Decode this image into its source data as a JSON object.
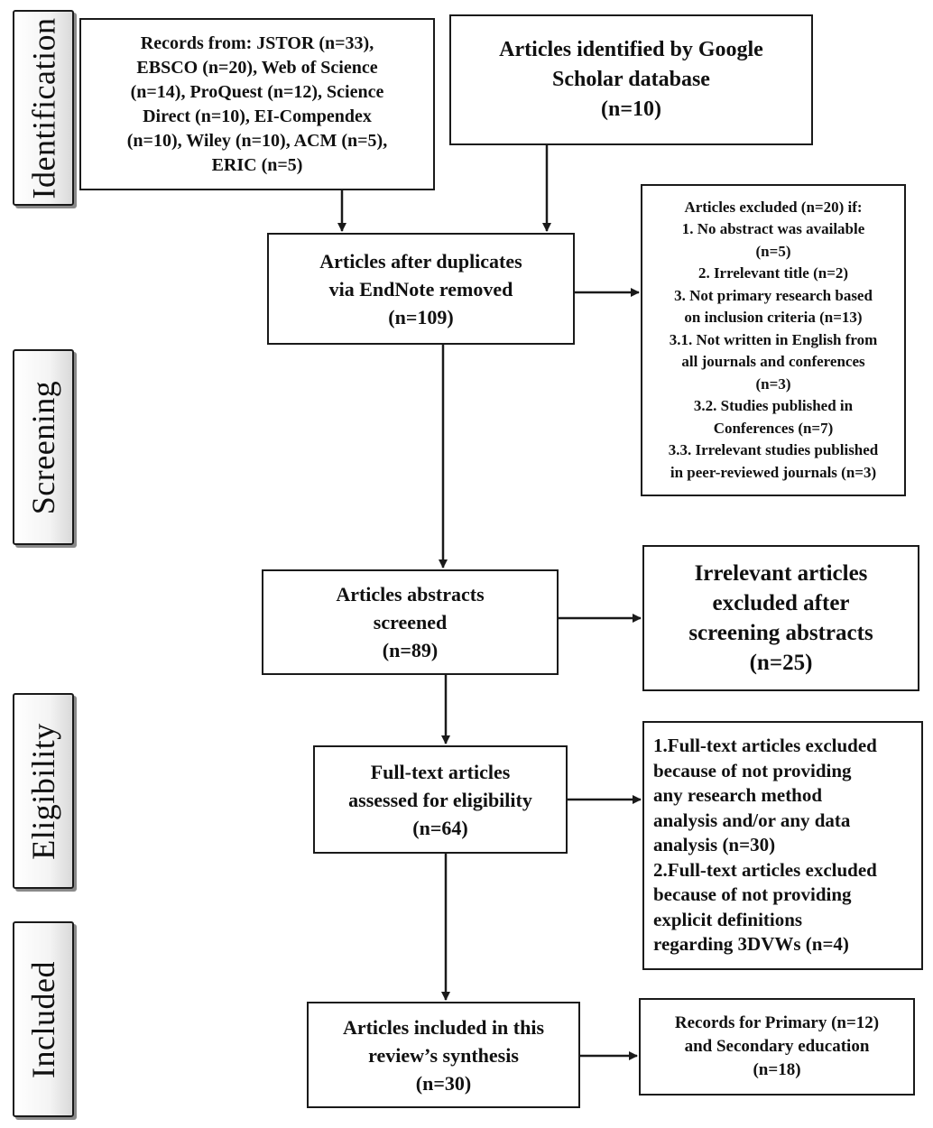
{
  "stages": {
    "identification": "Identification",
    "screening": "Screening",
    "eligibility": "Eligibility",
    "included": "Included"
  },
  "boxes": {
    "records": [
      "Records from: JSTOR (n=33),",
      "EBSCO (n=20), Web of Science",
      "(n=14), ProQuest (n=12), Science",
      "Direct (n=10), EI-Compendex",
      "(n=10), Wiley (n=10), ACM (n=5),",
      "ERIC (n=5)"
    ],
    "google_scholar": [
      "Articles identified by Google",
      "Scholar database",
      "(n=10)"
    ],
    "duplicates_removed": [
      "Articles after duplicates",
      "via EndNote removed",
      "(n=109)"
    ],
    "excluded_20": [
      "Articles excluded (n=20) if:",
      "1. No abstract was available",
      "(n=5)",
      "2. Irrelevant title (n=2)",
      "3. Not primary research based",
      "on inclusion criteria (n=13)",
      "3.1. Not written in English from",
      "all journals and conferences",
      "(n=3)",
      "3.2. Studies published in",
      "Conferences (n=7)",
      "3.3. Irrelevant studies published",
      "in peer-reviewed journals (n=3)"
    ],
    "abstracts_screened": [
      "Articles abstracts",
      "screened",
      "(n=89)"
    ],
    "irrelevant_excluded": [
      "Irrelevant articles",
      "excluded after",
      "screening abstracts",
      "(n=25)"
    ],
    "full_text_assessed": [
      "Full-text articles",
      "assessed for eligibility",
      "(n=64)"
    ],
    "full_text_excluded": [
      "1.Full-text articles excluded",
      "because of not providing",
      "any research method",
      "analysis and/or any data",
      "analysis (n=30)",
      "2.Full-text articles excluded",
      "because of not providing",
      "explicit definitions",
      "regarding 3DVWs (n=4)"
    ],
    "included_synthesis": [
      "Articles included in this",
      "review’s synthesis",
      "(n=30)"
    ],
    "records_primary_secondary": [
      "Records for Primary (n=12)",
      "and Secondary education",
      "(n=18)"
    ]
  }
}
